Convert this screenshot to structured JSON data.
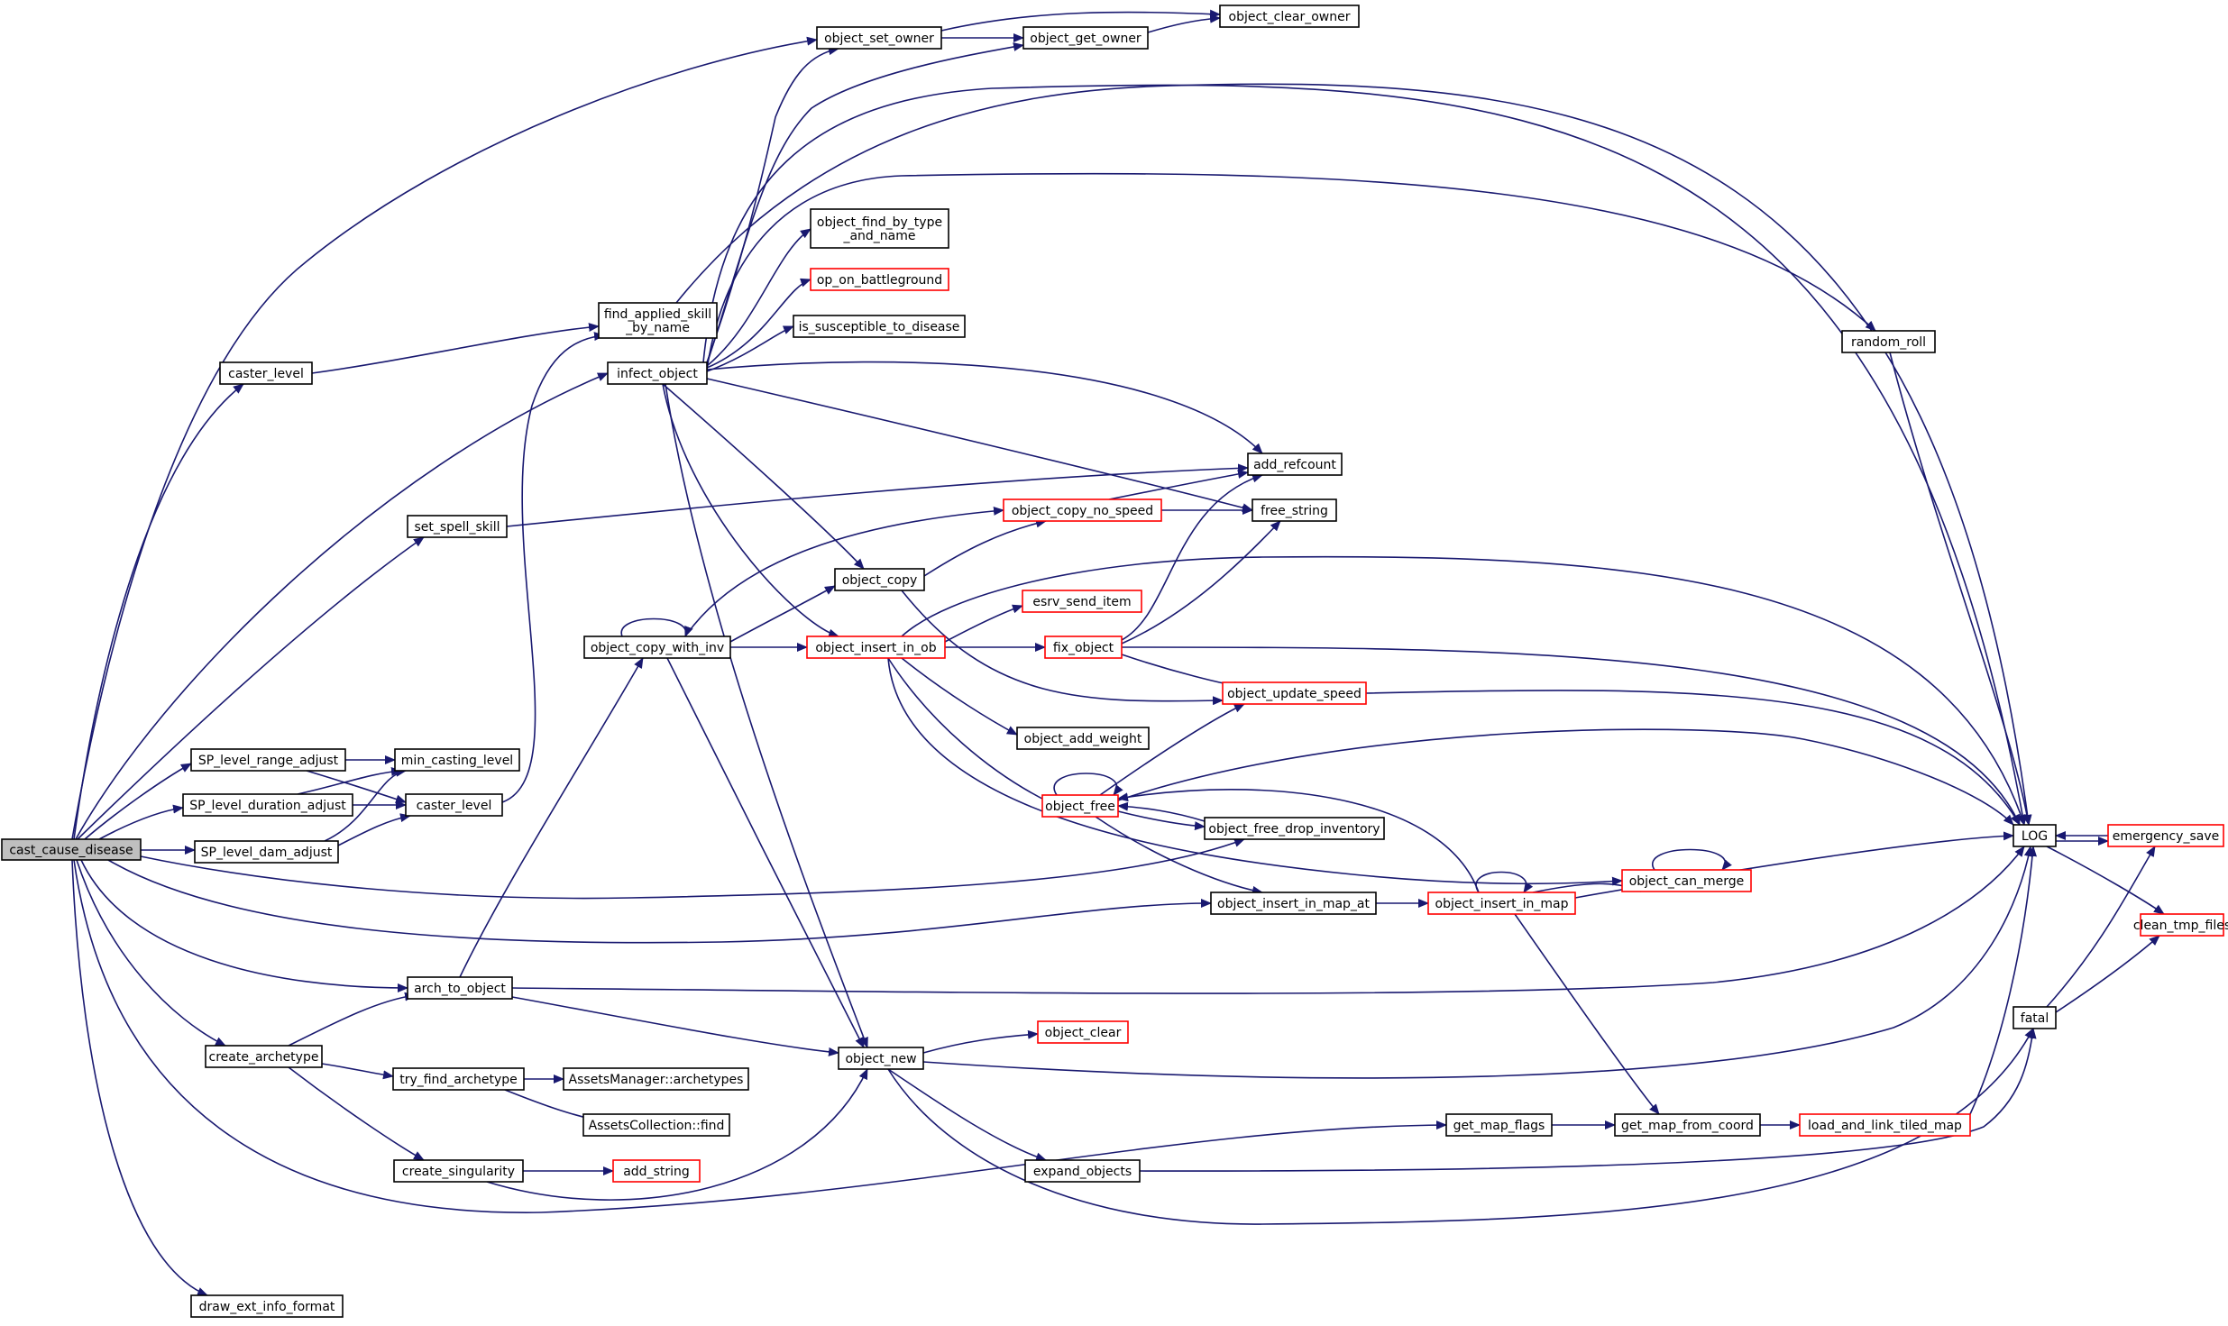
{
  "colors": {
    "edge": "#191970",
    "node_border_normal": "#000000",
    "node_border_truncated": "#ff0000",
    "root_fill": "#bfbfbf",
    "node_fill": "#ffffff"
  },
  "nodes": [
    {
      "id": "cast_cause_disease",
      "lines": [
        "cast_cause_disease"
      ],
      "kind": "root"
    },
    {
      "id": "object_set_owner",
      "lines": [
        "object_set_owner"
      ],
      "kind": "normal"
    },
    {
      "id": "object_get_owner",
      "lines": [
        "object_get_owner"
      ],
      "kind": "normal"
    },
    {
      "id": "object_clear_owner",
      "lines": [
        "object_clear_owner"
      ],
      "kind": "normal"
    },
    {
      "id": "object_find_by_type_and_name",
      "lines": [
        "object_find_by_type",
        "_and_name"
      ],
      "kind": "normal"
    },
    {
      "id": "op_on_battleground",
      "lines": [
        "op_on_battleground"
      ],
      "kind": "truncated"
    },
    {
      "id": "is_susceptible_to_disease",
      "lines": [
        "is_susceptible_to_disease"
      ],
      "kind": "normal"
    },
    {
      "id": "find_applied_skill_by_name",
      "lines": [
        "find_applied_skill",
        "_by_name"
      ],
      "kind": "normal"
    },
    {
      "id": "caster_level_top",
      "lines": [
        "caster_level"
      ],
      "kind": "normal"
    },
    {
      "id": "infect_object",
      "lines": [
        "infect_object"
      ],
      "kind": "normal"
    },
    {
      "id": "random_roll",
      "lines": [
        "random_roll"
      ],
      "kind": "normal"
    },
    {
      "id": "add_refcount",
      "lines": [
        "add_refcount"
      ],
      "kind": "normal"
    },
    {
      "id": "free_string",
      "lines": [
        "free_string"
      ],
      "kind": "normal"
    },
    {
      "id": "object_copy_no_speed",
      "lines": [
        "object_copy_no_speed"
      ],
      "kind": "truncated"
    },
    {
      "id": "set_spell_skill",
      "lines": [
        "set_spell_skill"
      ],
      "kind": "normal"
    },
    {
      "id": "object_copy",
      "lines": [
        "object_copy"
      ],
      "kind": "normal"
    },
    {
      "id": "esrv_send_item",
      "lines": [
        "esrv_send_item"
      ],
      "kind": "truncated"
    },
    {
      "id": "object_copy_with_inv",
      "lines": [
        "object_copy_with_inv"
      ],
      "kind": "normal"
    },
    {
      "id": "object_insert_in_ob",
      "lines": [
        "object_insert_in_ob"
      ],
      "kind": "truncated"
    },
    {
      "id": "fix_object",
      "lines": [
        "fix_object"
      ],
      "kind": "truncated"
    },
    {
      "id": "object_update_speed",
      "lines": [
        "object_update_speed"
      ],
      "kind": "truncated"
    },
    {
      "id": "object_add_weight",
      "lines": [
        "object_add_weight"
      ],
      "kind": "normal"
    },
    {
      "id": "SP_level_range_adjust",
      "lines": [
        "SP_level_range_adjust"
      ],
      "kind": "normal"
    },
    {
      "id": "min_casting_level",
      "lines": [
        "min_casting_level"
      ],
      "kind": "normal"
    },
    {
      "id": "SP_level_duration_adjust",
      "lines": [
        "SP_level_duration_adjust"
      ],
      "kind": "normal"
    },
    {
      "id": "caster_level_mid",
      "lines": [
        "caster_level"
      ],
      "kind": "normal"
    },
    {
      "id": "SP_level_dam_adjust",
      "lines": [
        "SP_level_dam_adjust"
      ],
      "kind": "normal"
    },
    {
      "id": "object_free",
      "lines": [
        "object_free"
      ],
      "kind": "truncated"
    },
    {
      "id": "object_free_drop_inventory",
      "lines": [
        "object_free_drop_inventory"
      ],
      "kind": "normal"
    },
    {
      "id": "LOG",
      "lines": [
        "LOG"
      ],
      "kind": "normal"
    },
    {
      "id": "emergency_save",
      "lines": [
        "emergency_save"
      ],
      "kind": "truncated"
    },
    {
      "id": "object_can_merge",
      "lines": [
        "object_can_merge"
      ],
      "kind": "truncated"
    },
    {
      "id": "clean_tmp_files",
      "lines": [
        "clean_tmp_files"
      ],
      "kind": "truncated"
    },
    {
      "id": "object_insert_in_map_at",
      "lines": [
        "object_insert_in_map_at"
      ],
      "kind": "normal"
    },
    {
      "id": "object_insert_in_map",
      "lines": [
        "object_insert_in_map"
      ],
      "kind": "truncated"
    },
    {
      "id": "arch_to_object",
      "lines": [
        "arch_to_object"
      ],
      "kind": "normal"
    },
    {
      "id": "fatal",
      "lines": [
        "fatal"
      ],
      "kind": "normal"
    },
    {
      "id": "object_clear",
      "lines": [
        "object_clear"
      ],
      "kind": "truncated"
    },
    {
      "id": "create_archetype",
      "lines": [
        "create_archetype"
      ],
      "kind": "normal"
    },
    {
      "id": "object_new",
      "lines": [
        "object_new"
      ],
      "kind": "normal"
    },
    {
      "id": "try_find_archetype",
      "lines": [
        "try_find_archetype"
      ],
      "kind": "normal"
    },
    {
      "id": "AssetsManager_archetypes",
      "lines": [
        "AssetsManager::archetypes"
      ],
      "kind": "normal"
    },
    {
      "id": "AssetsCollection_find",
      "lines": [
        "AssetsCollection::find"
      ],
      "kind": "normal"
    },
    {
      "id": "get_map_flags",
      "lines": [
        "get_map_flags"
      ],
      "kind": "normal"
    },
    {
      "id": "get_map_from_coord",
      "lines": [
        "get_map_from_coord"
      ],
      "kind": "normal"
    },
    {
      "id": "load_and_link_tiled_map",
      "lines": [
        "load_and_link_tiled_map"
      ],
      "kind": "truncated"
    },
    {
      "id": "expand_objects",
      "lines": [
        "expand_objects"
      ],
      "kind": "normal"
    },
    {
      "id": "create_singularity",
      "lines": [
        "create_singularity"
      ],
      "kind": "normal"
    },
    {
      "id": "add_string",
      "lines": [
        "add_string"
      ],
      "kind": "truncated"
    },
    {
      "id": "draw_ext_info_format",
      "lines": [
        "draw_ext_info_format"
      ],
      "kind": "normal"
    }
  ]
}
